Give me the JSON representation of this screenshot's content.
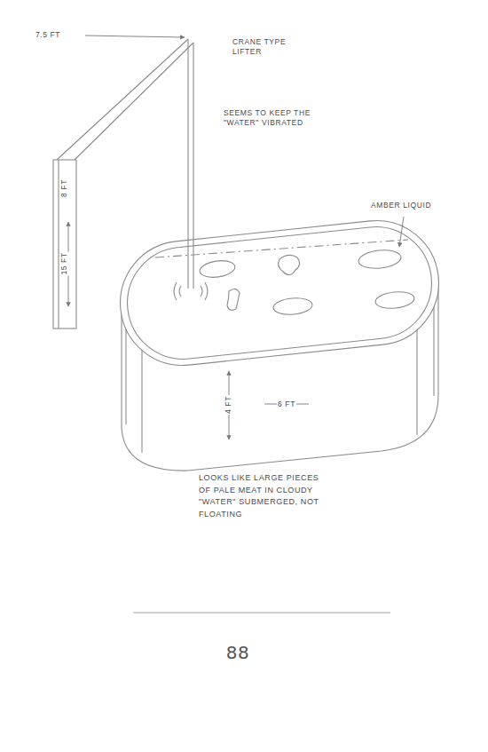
{
  "diagram": {
    "caption": "LOOKS LIKE LARGE PIECES OF PALE MEAT IN CLOUDY \"WATER\" SUBMERGED, NOT FLOATING",
    "labels": [
      "7.5 FT",
      "CRANE TYPE LIFTER",
      "SEEMS TO KEEP THE \"WATER\" VIBRATED",
      "AMBER LIQUID",
      "8 FT",
      "15 FT",
      "4 FT",
      "6 FT",
      "88"
    ]
  }
}
